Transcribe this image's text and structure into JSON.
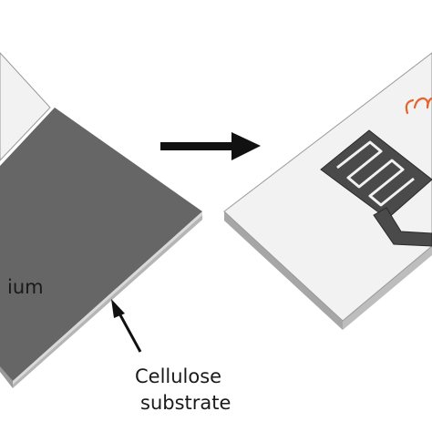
{
  "left_panel": {
    "coating_label_fragment": "ium"
  },
  "substrate_callout": {
    "line1": "Cellulose",
    "line2": "substrate"
  },
  "colors": {
    "coating": "#666666",
    "sheet_top": "#f2f2f2",
    "sheet_edge": "#a6a6a6",
    "electrode": "#4a4a4a",
    "accent_marks": "#e8622c",
    "arrow": "#111111"
  }
}
